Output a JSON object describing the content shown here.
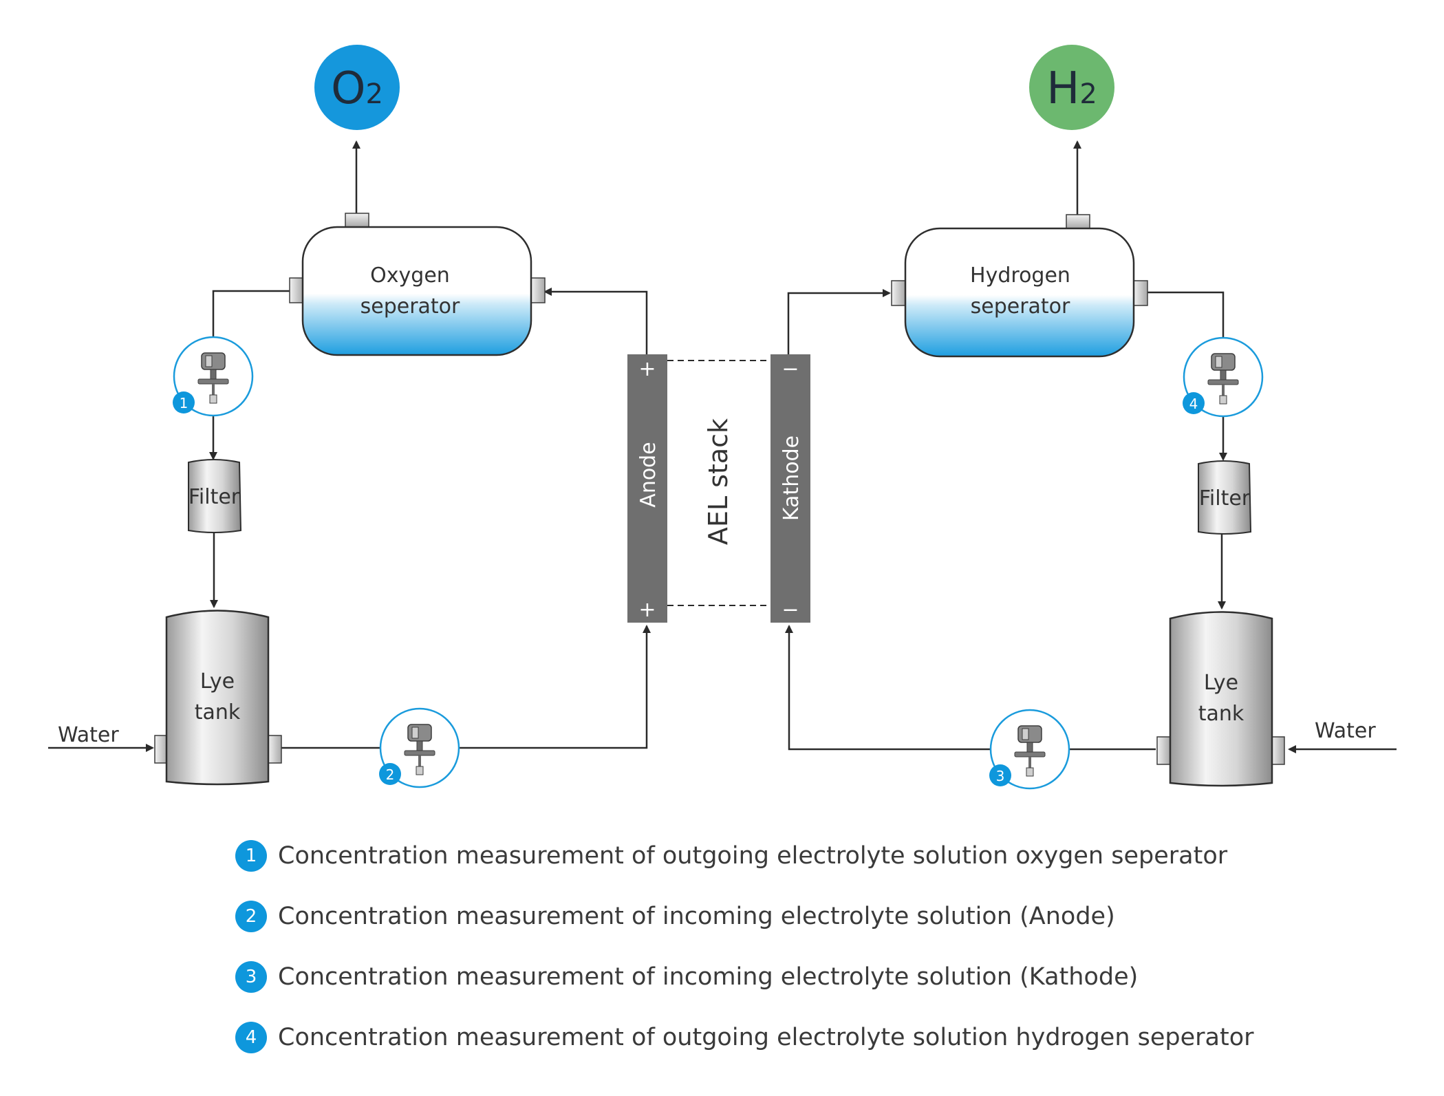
{
  "gases": {
    "oxygen": {
      "element": "O",
      "subscript": "2",
      "color": "#1597dc"
    },
    "hydrogen": {
      "element": "H",
      "subscript": "2",
      "color": "#6cb86f"
    }
  },
  "separators": {
    "oxygen": {
      "line1": "Oxygen",
      "line2": "seperator"
    },
    "hydrogen": {
      "line1": "Hydrogen",
      "line2": "seperator"
    }
  },
  "filters": {
    "left": "Filter",
    "right": "Filter"
  },
  "lye_tanks": {
    "left": {
      "line1": "Lye",
      "line2": "tank"
    },
    "right": {
      "line1": "Lye",
      "line2": "tank"
    }
  },
  "water": {
    "left": "Water",
    "right": "Water"
  },
  "stack": {
    "title": "AEL stack",
    "anode": "Anode",
    "kathode": "Kathode",
    "anode_top_sign": "+",
    "anode_bottom_sign": "+",
    "kathode_top_sign": "−",
    "kathode_bottom_sign": "−"
  },
  "sensors": [
    "1",
    "2",
    "3",
    "4"
  ],
  "legend": [
    {
      "num": "1",
      "text": "Concentration measurement of outgoing electrolyte solution oxygen seperator"
    },
    {
      "num": "2",
      "text": "Concentration measurement of incoming electrolyte solution (Anode)"
    },
    {
      "num": "3",
      "text": "Concentration measurement of incoming electrolyte solution (Kathode)"
    },
    {
      "num": "4",
      "text": "Concentration measurement of outgoing electrolyte solution hydrogen seperator"
    }
  ],
  "colors": {
    "accent": "#0e97dc",
    "stack": "#6f6f6f",
    "line": "#2a2a2a",
    "sensor_ring": "#1a9bdc"
  }
}
